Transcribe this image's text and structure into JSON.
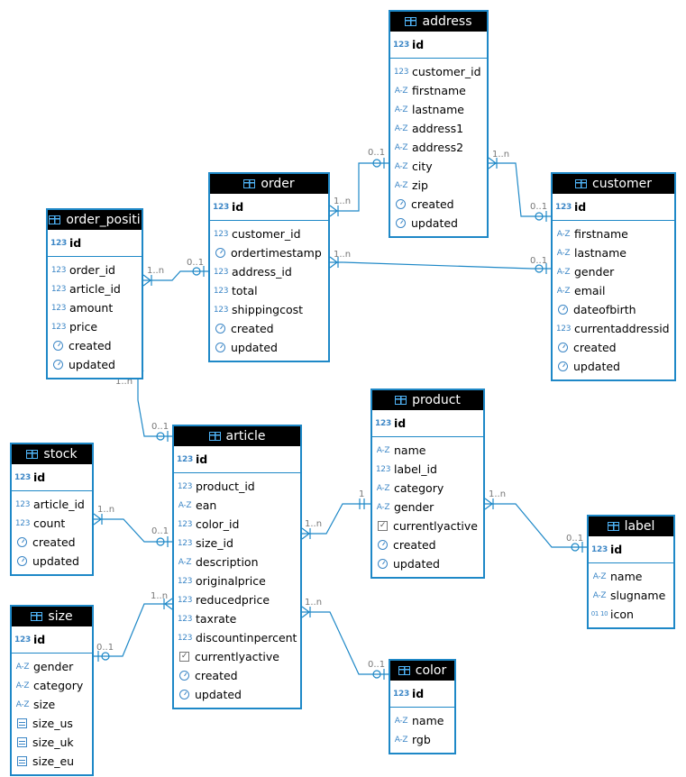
{
  "tables": [
    {
      "id": "address",
      "title": "address",
      "pk": [
        {
          "type": "num",
          "name": "id"
        }
      ],
      "columns": [
        {
          "type": "num",
          "name": "customer_id"
        },
        {
          "type": "str",
          "name": "firstname"
        },
        {
          "type": "str",
          "name": "lastname"
        },
        {
          "type": "str",
          "name": "address1"
        },
        {
          "type": "str",
          "name": "address2"
        },
        {
          "type": "str",
          "name": "city"
        },
        {
          "type": "str",
          "name": "zip"
        },
        {
          "type": "time",
          "name": "created"
        },
        {
          "type": "time",
          "name": "updated"
        }
      ]
    },
    {
      "id": "order",
      "title": "order",
      "pk": [
        {
          "type": "num",
          "name": "id"
        }
      ],
      "columns": [
        {
          "type": "num",
          "name": "customer_id"
        },
        {
          "type": "time",
          "name": "ordertimestamp"
        },
        {
          "type": "num",
          "name": "address_id"
        },
        {
          "type": "num",
          "name": "total"
        },
        {
          "type": "num",
          "name": "shippingcost"
        },
        {
          "type": "time",
          "name": "created"
        },
        {
          "type": "time",
          "name": "updated"
        }
      ]
    },
    {
      "id": "customer",
      "title": "customer",
      "pk": [
        {
          "type": "num",
          "name": "id"
        }
      ],
      "columns": [
        {
          "type": "str",
          "name": "firstname"
        },
        {
          "type": "str",
          "name": "lastname"
        },
        {
          "type": "str",
          "name": "gender"
        },
        {
          "type": "str",
          "name": "email"
        },
        {
          "type": "time",
          "name": "dateofbirth"
        },
        {
          "type": "num",
          "name": "currentaddressid"
        },
        {
          "type": "time",
          "name": "created"
        },
        {
          "type": "time",
          "name": "updated"
        }
      ]
    },
    {
      "id": "order_positions",
      "title": "order_positi",
      "pk": [
        {
          "type": "num",
          "name": "id"
        }
      ],
      "columns": [
        {
          "type": "num",
          "name": "order_id"
        },
        {
          "type": "num",
          "name": "article_id"
        },
        {
          "type": "num",
          "name": "amount"
        },
        {
          "type": "num",
          "name": "price"
        },
        {
          "type": "time",
          "name": "created"
        },
        {
          "type": "time",
          "name": "updated"
        }
      ]
    },
    {
      "id": "product",
      "title": "product",
      "pk": [
        {
          "type": "num",
          "name": "id"
        }
      ],
      "columns": [
        {
          "type": "str",
          "name": "name"
        },
        {
          "type": "num",
          "name": "label_id"
        },
        {
          "type": "str",
          "name": "category"
        },
        {
          "type": "str",
          "name": "gender"
        },
        {
          "type": "bool",
          "name": "currentlyactive"
        },
        {
          "type": "time",
          "name": "created"
        },
        {
          "type": "time",
          "name": "updated"
        }
      ]
    },
    {
      "id": "article",
      "title": "article",
      "pk": [
        {
          "type": "num",
          "name": "id"
        }
      ],
      "columns": [
        {
          "type": "num",
          "name": "product_id"
        },
        {
          "type": "str",
          "name": "ean"
        },
        {
          "type": "num",
          "name": "color_id"
        },
        {
          "type": "num",
          "name": "size_id"
        },
        {
          "type": "str",
          "name": "description"
        },
        {
          "type": "num",
          "name": "originalprice"
        },
        {
          "type": "num",
          "name": "reducedprice"
        },
        {
          "type": "num",
          "name": "taxrate"
        },
        {
          "type": "num",
          "name": "discountinpercent"
        },
        {
          "type": "bool",
          "name": "currentlyactive"
        },
        {
          "type": "time",
          "name": "created"
        },
        {
          "type": "time",
          "name": "updated"
        }
      ]
    },
    {
      "id": "stock",
      "title": "stock",
      "pk": [
        {
          "type": "num",
          "name": "id"
        }
      ],
      "columns": [
        {
          "type": "num",
          "name": "article_id"
        },
        {
          "type": "num",
          "name": "count"
        },
        {
          "type": "time",
          "name": "created"
        },
        {
          "type": "time",
          "name": "updated"
        }
      ]
    },
    {
      "id": "label",
      "title": "label",
      "pk": [
        {
          "type": "num",
          "name": "id"
        }
      ],
      "columns": [
        {
          "type": "str",
          "name": "name"
        },
        {
          "type": "str",
          "name": "slugname"
        },
        {
          "type": "bin",
          "name": "icon"
        }
      ]
    },
    {
      "id": "size",
      "title": "size",
      "pk": [
        {
          "type": "num",
          "name": "id"
        }
      ],
      "columns": [
        {
          "type": "str",
          "name": "gender"
        },
        {
          "type": "str",
          "name": "category"
        },
        {
          "type": "str",
          "name": "size"
        },
        {
          "type": "list",
          "name": "size_us"
        },
        {
          "type": "list",
          "name": "size_uk"
        },
        {
          "type": "list",
          "name": "size_eu"
        }
      ]
    },
    {
      "id": "color",
      "title": "color",
      "pk": [
        {
          "type": "num",
          "name": "id"
        }
      ],
      "columns": [
        {
          "type": "str",
          "name": "name"
        },
        {
          "type": "str",
          "name": "rgb"
        }
      ]
    }
  ],
  "relations": [
    {
      "from": "order",
      "to": "address",
      "from_card": "1..n",
      "to_card": "0..1"
    },
    {
      "from": "address",
      "to": "customer",
      "from_card": "1..n",
      "to_card": "0..1"
    },
    {
      "from": "order",
      "to": "customer",
      "from_card": "1..n",
      "to_card": "0..1"
    },
    {
      "from": "order_positions",
      "to": "order",
      "from_card": "1..n",
      "to_card": "0..1"
    },
    {
      "from": "order_positions",
      "to": "article",
      "from_card": "1..n",
      "to_card": "0..1"
    },
    {
      "from": "stock",
      "to": "article",
      "from_card": "1..n",
      "to_card": "0..1"
    },
    {
      "from": "article",
      "to": "product",
      "from_card": "1..n",
      "to_card": "1"
    },
    {
      "from": "product",
      "to": "label",
      "from_card": "1..n",
      "to_card": "0..1"
    },
    {
      "from": "article",
      "to": "size",
      "from_card": "1..n",
      "to_card": "0..1"
    },
    {
      "from": "article",
      "to": "color",
      "from_card": "1..n",
      "to_card": "0..1"
    }
  ],
  "type_icons": {
    "num": "123",
    "str": "A-Z",
    "time": "clock-icon",
    "bool": "checkbox-icon",
    "list": "list-icon",
    "bin": "binary-icon"
  },
  "colors": {
    "border": "#1e88c7",
    "header": "#000000",
    "header_text": "#ffffff",
    "connector": "#1e88c7",
    "cardinality": "#777777"
  }
}
